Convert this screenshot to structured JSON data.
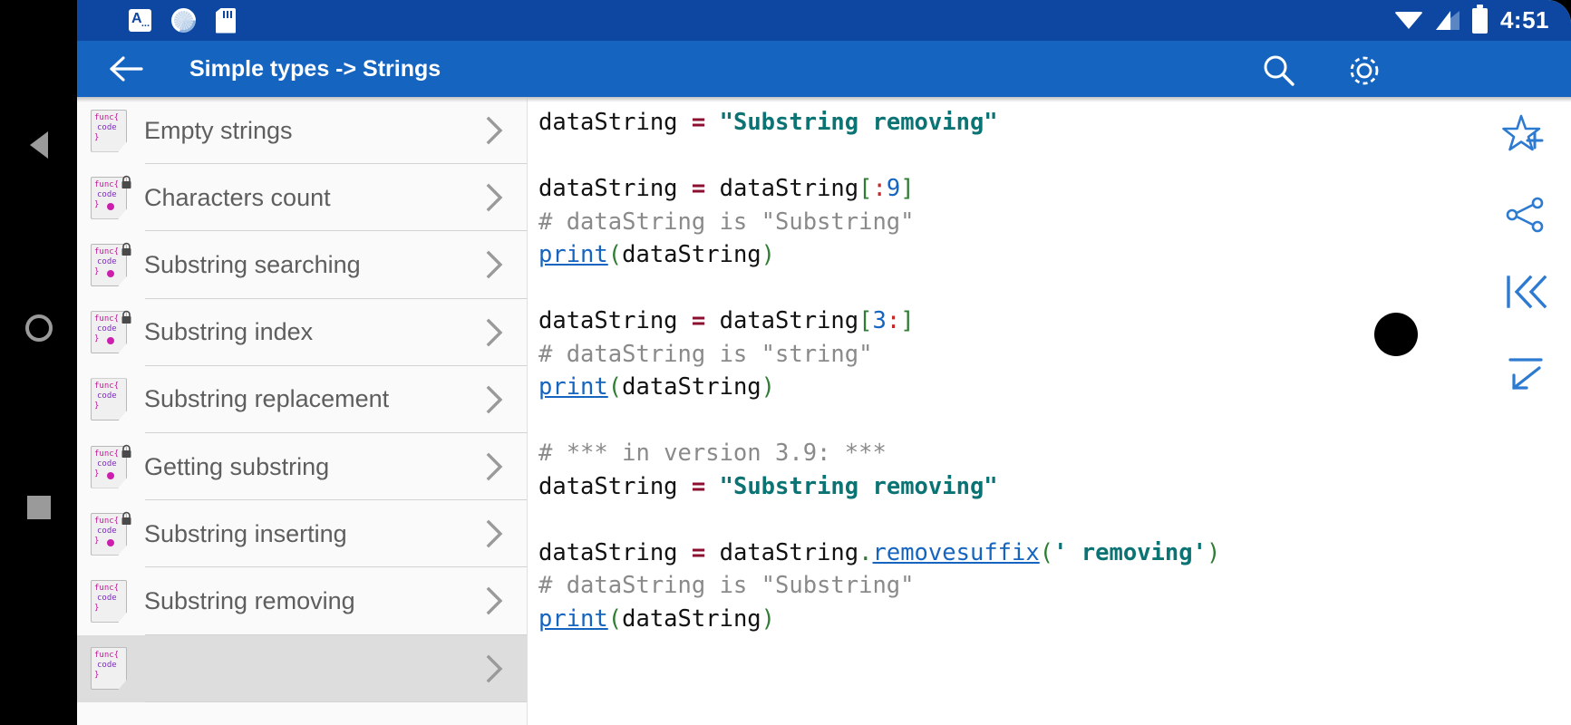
{
  "status_bar": {
    "time": "4:51",
    "left_icons": [
      "a-notification-icon",
      "sync-icon",
      "sd-card-icon"
    ],
    "right_icons": [
      "wifi-icon",
      "cellular-signal-icon",
      "battery-icon"
    ],
    "background_color": "#0d47a1"
  },
  "app_bar": {
    "title": "Simple types -> Strings",
    "back_label": "",
    "search_label": "",
    "settings_label": "",
    "background_color": "#1565c0"
  },
  "nav_rail": {
    "back_label": "",
    "home_label": "",
    "recents_label": ""
  },
  "list": {
    "selected_index": 8,
    "items": [
      {
        "label": "Empty strings",
        "locked": false,
        "dot": false
      },
      {
        "label": "Characters count",
        "locked": true,
        "dot": true
      },
      {
        "label": "Substring searching",
        "locked": true,
        "dot": true
      },
      {
        "label": "Substring index",
        "locked": true,
        "dot": true
      },
      {
        "label": "Substring replacement",
        "locked": false,
        "dot": false
      },
      {
        "label": "Getting substring",
        "locked": true,
        "dot": true
      },
      {
        "label": "Substring inserting",
        "locked": true,
        "dot": true
      },
      {
        "label": "Substring removing",
        "locked": false,
        "dot": false
      },
      {
        "label": "",
        "locked": false,
        "dot": false
      }
    ],
    "icon_text": {
      "line1": "func{",
      "line2": "code",
      "line3": "}"
    }
  },
  "code": {
    "language": "python",
    "lines": [
      [
        {
          "t": "dataString ",
          "c": "plain"
        },
        {
          "t": "=",
          "c": "eq"
        },
        {
          "t": " ",
          "c": "plain"
        },
        {
          "t": "\"Substring removing\"",
          "c": "str"
        }
      ],
      [],
      [
        {
          "t": "dataString ",
          "c": "plain"
        },
        {
          "t": "=",
          "c": "eq"
        },
        {
          "t": " dataString",
          "c": "plain"
        },
        {
          "t": "[",
          "c": "brk"
        },
        {
          "t": ":",
          "c": "colon"
        },
        {
          "t": "9",
          "c": "num"
        },
        {
          "t": "]",
          "c": "brk"
        }
      ],
      [
        {
          "t": "# dataString is \"Substring\"",
          "c": "com"
        }
      ],
      [
        {
          "t": "print",
          "c": "fn"
        },
        {
          "t": "(",
          "c": "paren"
        },
        {
          "t": "dataString",
          "c": "plain"
        },
        {
          "t": ")",
          "c": "paren"
        }
      ],
      [],
      [
        {
          "t": "dataString ",
          "c": "plain"
        },
        {
          "t": "=",
          "c": "eq"
        },
        {
          "t": " dataString",
          "c": "plain"
        },
        {
          "t": "[",
          "c": "brk"
        },
        {
          "t": "3",
          "c": "num"
        },
        {
          "t": ":",
          "c": "colon"
        },
        {
          "t": "]",
          "c": "brk"
        }
      ],
      [
        {
          "t": "# dataString is \"string\"",
          "c": "com"
        }
      ],
      [
        {
          "t": "print",
          "c": "fn"
        },
        {
          "t": "(",
          "c": "paren"
        },
        {
          "t": "dataString",
          "c": "plain"
        },
        {
          "t": ")",
          "c": "paren"
        }
      ],
      [],
      [
        {
          "t": "# *** in version 3.9: ***",
          "c": "com"
        }
      ],
      [
        {
          "t": "dataString ",
          "c": "plain"
        },
        {
          "t": "=",
          "c": "eq"
        },
        {
          "t": " ",
          "c": "plain"
        },
        {
          "t": "\"Substring removing\"",
          "c": "str"
        }
      ],
      [],
      [
        {
          "t": "dataString ",
          "c": "plain"
        },
        {
          "t": "=",
          "c": "eq"
        },
        {
          "t": " dataString",
          "c": "plain"
        },
        {
          "t": ".",
          "c": "dot"
        },
        {
          "t": "removesuffix",
          "c": "fn"
        },
        {
          "t": "(",
          "c": "paren"
        },
        {
          "t": "' removing'",
          "c": "str"
        },
        {
          "t": ")",
          "c": "paren"
        }
      ],
      [
        {
          "t": "# dataString is \"Substring\"",
          "c": "com"
        }
      ],
      [
        {
          "t": "print",
          "c": "fn"
        },
        {
          "t": "(",
          "c": "paren"
        },
        {
          "t": "dataString",
          "c": "plain"
        },
        {
          "t": ")",
          "c": "paren"
        }
      ]
    ],
    "colors": {
      "plain": "#111111",
      "equals": "#8b1030",
      "string": "#0b7373",
      "comment": "#8a8a8a",
      "number": "#1565c0",
      "bracket": "#2e7d32",
      "colon": "#c62828",
      "function_link": "#1565c0"
    }
  },
  "action_rail": {
    "items": [
      {
        "name": "add-to-favorites-icon",
        "label": ""
      },
      {
        "name": "share-icon",
        "label": ""
      },
      {
        "name": "skip-to-first-icon",
        "label": ""
      },
      {
        "name": "collapse-icon",
        "label": ""
      }
    ],
    "accent_color": "#2d7ad1"
  }
}
